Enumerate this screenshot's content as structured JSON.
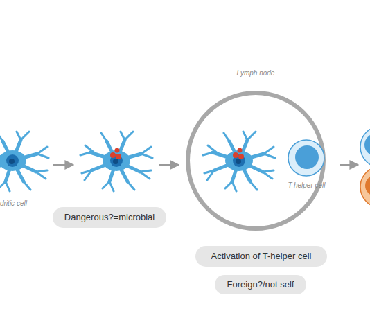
{
  "diagram": {
    "nodes": [
      {
        "text": [
          "dritic cell"
        ]
      },
      {
        "text": [
          "Dangerous?=microbial"
        ]
      },
      {
        "text": [
          "Lymph node"
        ]
      },
      {
        "text": [
          "T-helper cell"
        ],
        "in": 2
      },
      {
        "text": [
          "Activation of T-helper cell"
        ]
      },
      {
        "text": [
          "Foreign?/not self"
        ]
      }
    ]
  }
}
